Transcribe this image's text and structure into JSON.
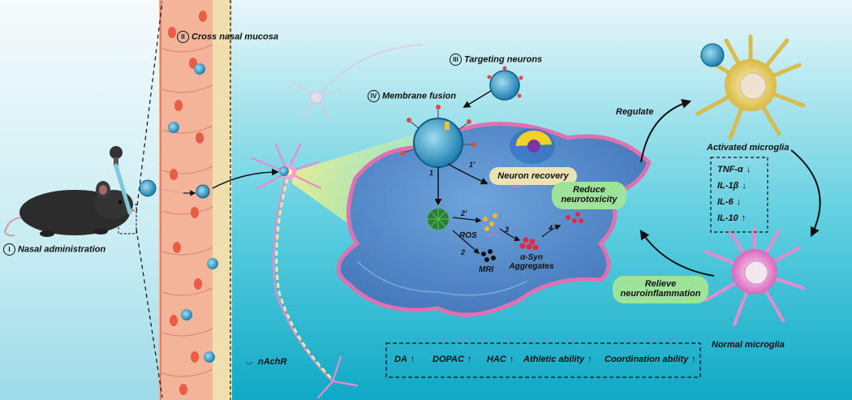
{
  "labels": {
    "nasal_administration": "Nasal administration",
    "cross_nasal_mucosa": "Cross nasal mucosa",
    "targeting_neurons": "Targeting neurons",
    "membrane_fusion": "Membrane fusion",
    "regulate": "Regulate",
    "activated_microglia": "Activated microglia",
    "normal_microglia": "Normal microglia",
    "neuron_recovery": "Neuron recovery",
    "reduce_neurotoxicity": "Reduce neurotoxicity",
    "relieve_neuroinflammation": "Relieve neuroinflammation",
    "ros": "ROS",
    "mri": "MRI",
    "alpha_syn": "α-Syn Aggregates",
    "nachr": "nAchR"
  },
  "roman": {
    "i": "I",
    "ii": "II",
    "iii": "III",
    "iv": "IV"
  },
  "step_numbers": {
    "s1": "1",
    "s1p": "1'",
    "s2": "2",
    "s2p": "2'",
    "s3": "3",
    "s4": "4"
  },
  "cytokines": [
    {
      "name": "TNF-α",
      "direction": "↓"
    },
    {
      "name": "IL-1β",
      "direction": "↓"
    },
    {
      "name": "IL-6",
      "direction": "↓"
    },
    {
      "name": "IL-10",
      "direction": "↑"
    }
  ],
  "outcomes": [
    {
      "name": "DA",
      "direction": "↑"
    },
    {
      "name": "DOPAC",
      "direction": "↑"
    },
    {
      "name": "HAC",
      "direction": "↑"
    },
    {
      "name": "Athletic ability",
      "direction": "↑"
    },
    {
      "name": "Coordination ability",
      "direction": "↑"
    }
  ],
  "colors": {
    "background_top": "#e4f4f8",
    "background_bottom": "#19b6d0",
    "cell_body": "#4f86c9",
    "cell_edge": "#e070b0",
    "mucosa": "#f2a68a",
    "pill_green": "#9ee39a",
    "pill_beige": "#ece3b4",
    "activated_microglia": "#ead56a",
    "normal_microglia": "#e98ad0"
  }
}
